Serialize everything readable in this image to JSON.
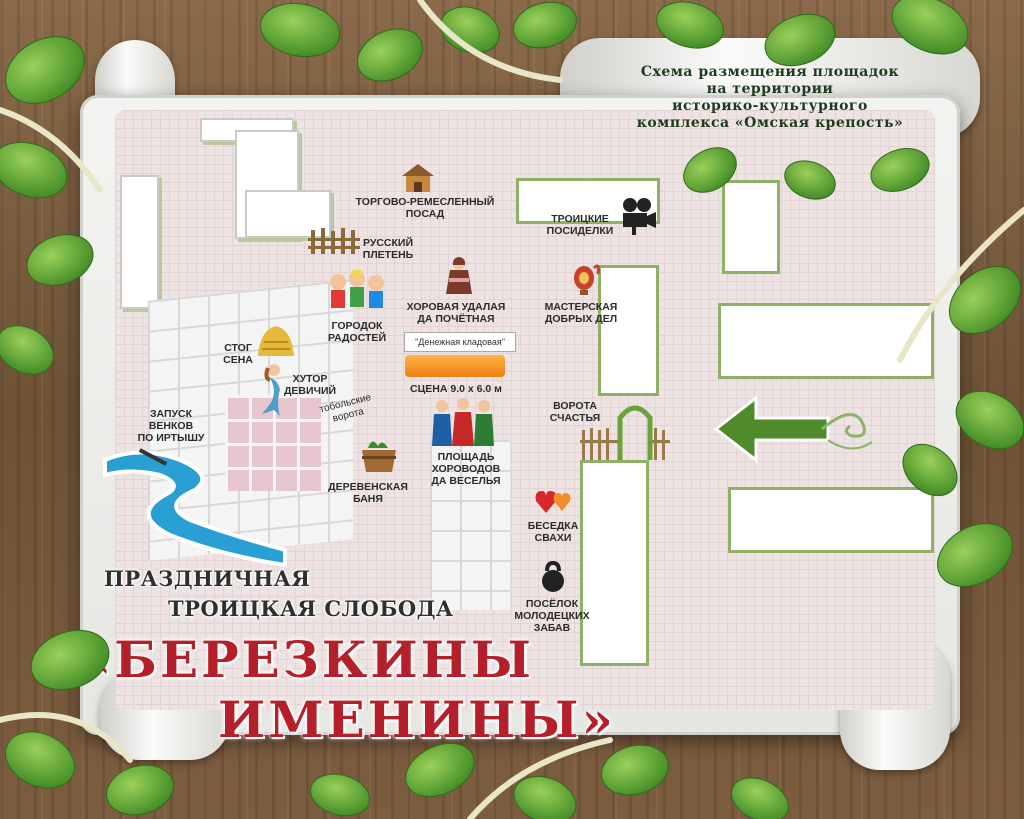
{
  "header": {
    "line1": "Схема размещения площадок",
    "line2": "на территории",
    "line3": "историко-культурного",
    "line4": "комплекса «Омская крепость»"
  },
  "event": {
    "subtitle1": "ПРАЗДНИЧНАЯ",
    "subtitle2": "ТРОИЦКАЯ СЛОБОДА",
    "name_line1": "«БЕРЕЗКИНЫ",
    "name_line2": "ИМЕНИНЫ»"
  },
  "places": {
    "torg": [
      "ТОРГОВО-РЕМЕСЛЕННЫЙ",
      "ПОСАД"
    ],
    "pleten": [
      "РУССКИЙ",
      "ПЛЕТЕНЬ"
    ],
    "troickie": [
      "ТРОИЦКИЕ",
      "ПОСИДЕЛКИ"
    ],
    "horovaya": [
      "ХОРОВАЯ УДАЛАЯ",
      "ДА ПОЧЁТНАЯ"
    ],
    "masterskaya": [
      "МАСТЕРСКАЯ",
      "ДОБРЫХ ДЕЛ"
    ],
    "gorodok": [
      "ГОРОДОК",
      "РАДОСТЕЙ"
    ],
    "stog": [
      "СТОГ",
      "СЕНА"
    ],
    "hutor": [
      "ХУТОР",
      "ДЕВИЧИЙ"
    ],
    "kladovaya": "\"Денежная кладовая\"",
    "scena": "СЦЕНА 9.0 х 6.0 м",
    "vorota_schastya": [
      "ВОРОТА",
      "СЧАСТЬЯ"
    ],
    "zapusk": [
      "ЗАПУСК",
      "ВЕНКОВ",
      "ПО ИРТЫШУ"
    ],
    "tobolskie": [
      "тобольские",
      "ворота"
    ],
    "ploshad": [
      "ПЛОЩАДЬ",
      "ХОРОВОДОВ",
      "ДА ВЕСЕЛЬЯ"
    ],
    "banya": [
      "ДЕРЕВЕНСКАЯ",
      "БАНЯ"
    ],
    "besedka": [
      "БЕСЕДКА",
      "СВАХИ"
    ],
    "poselok": [
      "ПОСЁЛОК",
      "МОЛОДЕЦКИХ",
      "ЗАБАВ"
    ]
  },
  "icons": [
    "house-icon",
    "fence-icon",
    "movie-camera-icon",
    "dancing-woman-icon",
    "samovar-icon",
    "children-icon",
    "haystack-icon",
    "mermaid-icon",
    "stage-icon",
    "gate-icon",
    "dancers-icon",
    "sauna-tub-icon",
    "hearts-icon",
    "kettlebell-icon",
    "arrow-icon",
    "river-icon",
    "birch-leaf-icon"
  ],
  "colors": {
    "title": "#b51f2a",
    "river": "#2a9fd4",
    "accent_green": "#4f8a2b",
    "stage": "#f07f11"
  }
}
